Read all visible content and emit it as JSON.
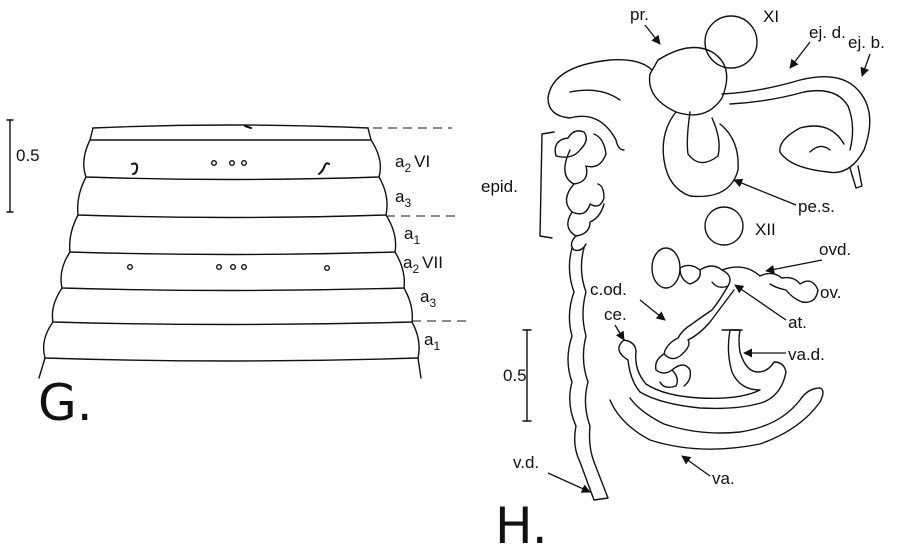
{
  "panel_g": {
    "letter": "G.",
    "scale_label": "0.5",
    "segment_labels": [
      "a",
      "a",
      "a",
      "a",
      "a",
      "a"
    ],
    "segment_subscripts": [
      "2",
      "3",
      "1",
      "2",
      "3",
      "1"
    ],
    "roman_vi": "VI",
    "roman_vii": "VII"
  },
  "panel_h": {
    "letter": "H.",
    "scale_label": "0.5",
    "labels": {
      "pr": "pr.",
      "xi": "XI",
      "ej_d": "ej. d.",
      "ej_b": "ej. b.",
      "epid": "epid.",
      "pe_s": "pe.s.",
      "xii": "XII",
      "ovd": "ovd.",
      "ov": "ov.",
      "c_od": "c.od.",
      "ce": "ce.",
      "at": "at.",
      "va_d": "va.d.",
      "va": "va.",
      "v_d": "v.d."
    }
  }
}
